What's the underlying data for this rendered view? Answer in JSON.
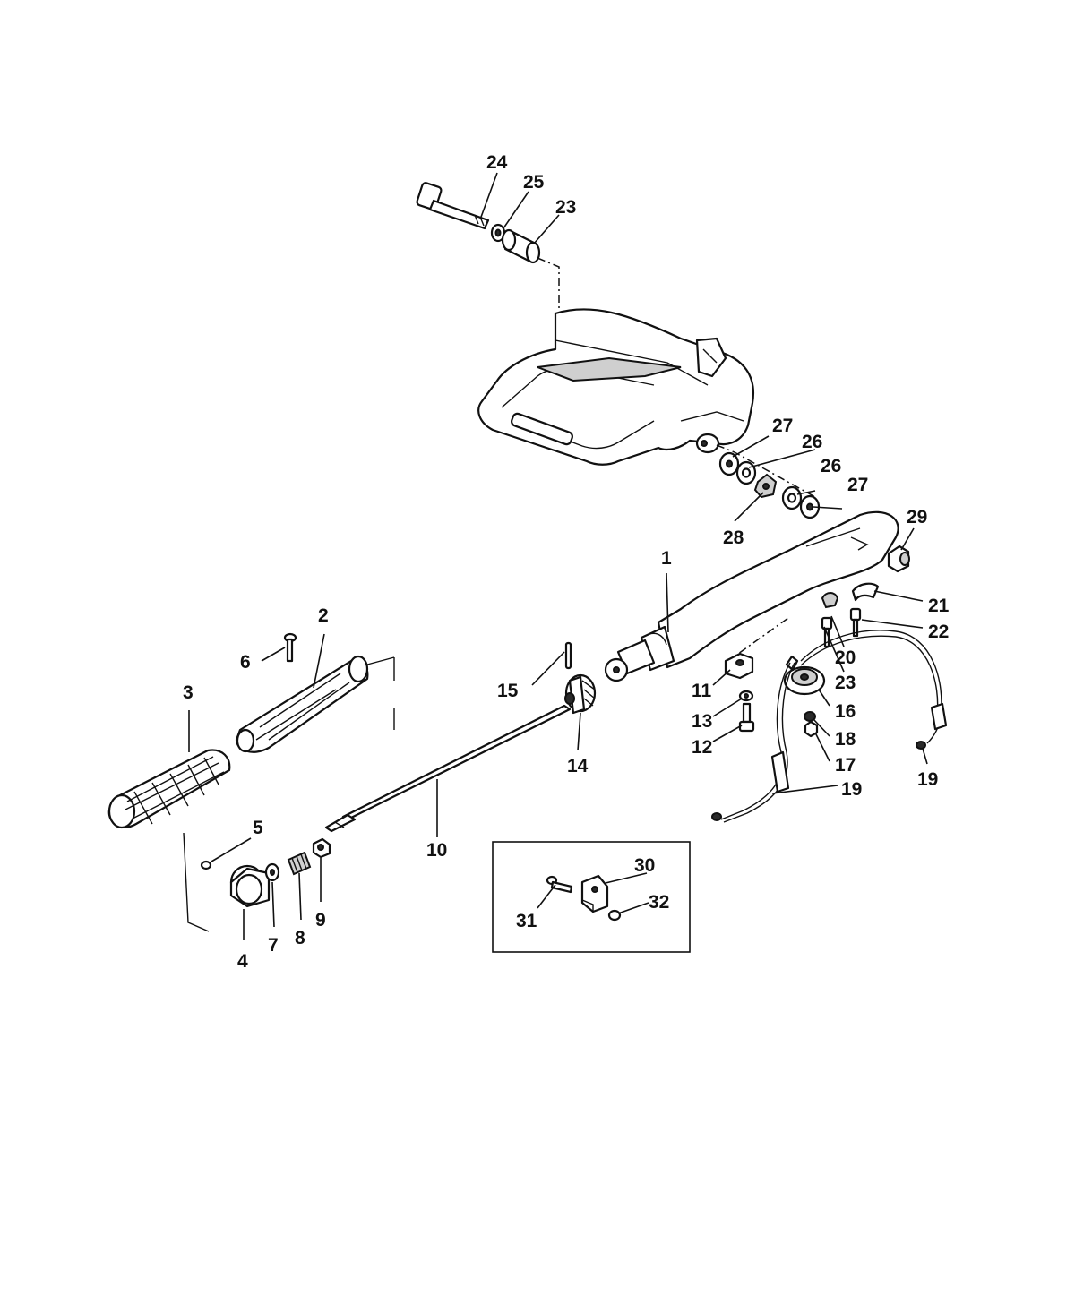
{
  "diagram": {
    "callouts": {
      "p1": "1",
      "p2": "2",
      "p3": "3",
      "p4": "4",
      "p5": "5",
      "p6": "6",
      "p7": "7",
      "p8": "8",
      "p9": "9",
      "p10": "10",
      "p11": "11",
      "p12": "12",
      "p13": "13",
      "p14": "14",
      "p15": "15",
      "p16": "16",
      "p17": "17",
      "p18": "18",
      "p19a": "19",
      "p19b": "19",
      "p20": "20",
      "p21": "21",
      "p22": "22",
      "p23a": "23",
      "p23b": "23",
      "p24": "24",
      "p25": "25",
      "p26a": "26",
      "p26b": "26",
      "p27a": "27",
      "p27b": "27",
      "p28": "28",
      "p29": "29",
      "p30": "30",
      "p31": "31",
      "p32": "32"
    }
  }
}
